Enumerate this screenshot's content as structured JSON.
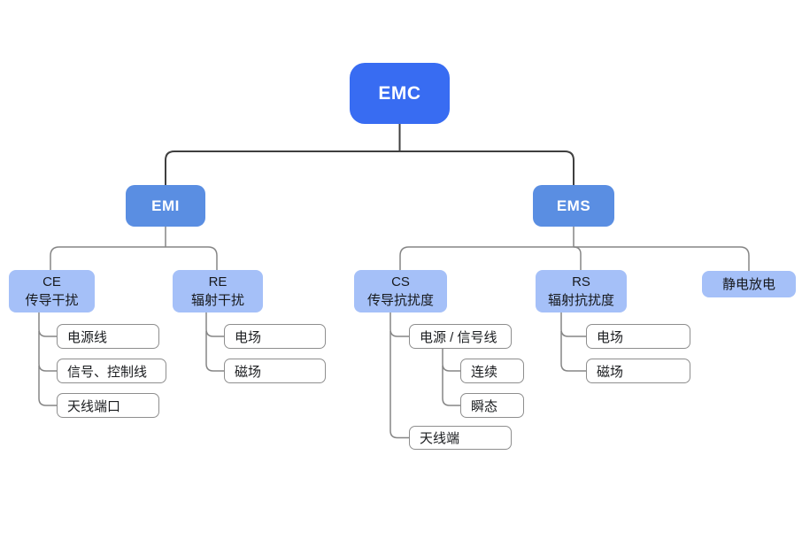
{
  "colors": {
    "root_node_bg": "#386CF2",
    "branch_node_bg": "#5A8EE2",
    "category_node_bg": "#A5C0F8",
    "leaf_node_bg": "#FFFFFF",
    "leaf_node_border": "#8E8E8E",
    "node_text_light": "#FFFFFF",
    "node_text_dark": "#17191D",
    "connector_gray": "#858585",
    "connector_dark": "#3F3F3F"
  },
  "tree": {
    "label": "EMC",
    "children": [
      {
        "label": "EMI",
        "children": [
          {
            "label": "CE",
            "sublabel": "传导干扰",
            "children": [
              {
                "label": "电源线"
              },
              {
                "label": "信号、控制线"
              },
              {
                "label": "天线端口"
              }
            ]
          },
          {
            "label": "RE",
            "sublabel": "辐射干扰",
            "children": [
              {
                "label": "电场"
              },
              {
                "label": "磁场"
              }
            ]
          }
        ]
      },
      {
        "label": "EMS",
        "children": [
          {
            "label": "CS",
            "sublabel": "传导抗扰度",
            "children": [
              {
                "label": "电源 / 信号线",
                "children": [
                  {
                    "label": "连续"
                  },
                  {
                    "label": "瞬态"
                  }
                ]
              },
              {
                "label": "天线端"
              }
            ]
          },
          {
            "label": "RS",
            "sublabel": "辐射抗扰度",
            "children": [
              {
                "label": "电场"
              },
              {
                "label": "磁场"
              }
            ]
          },
          {
            "label": "静电放电"
          }
        ]
      }
    ]
  }
}
